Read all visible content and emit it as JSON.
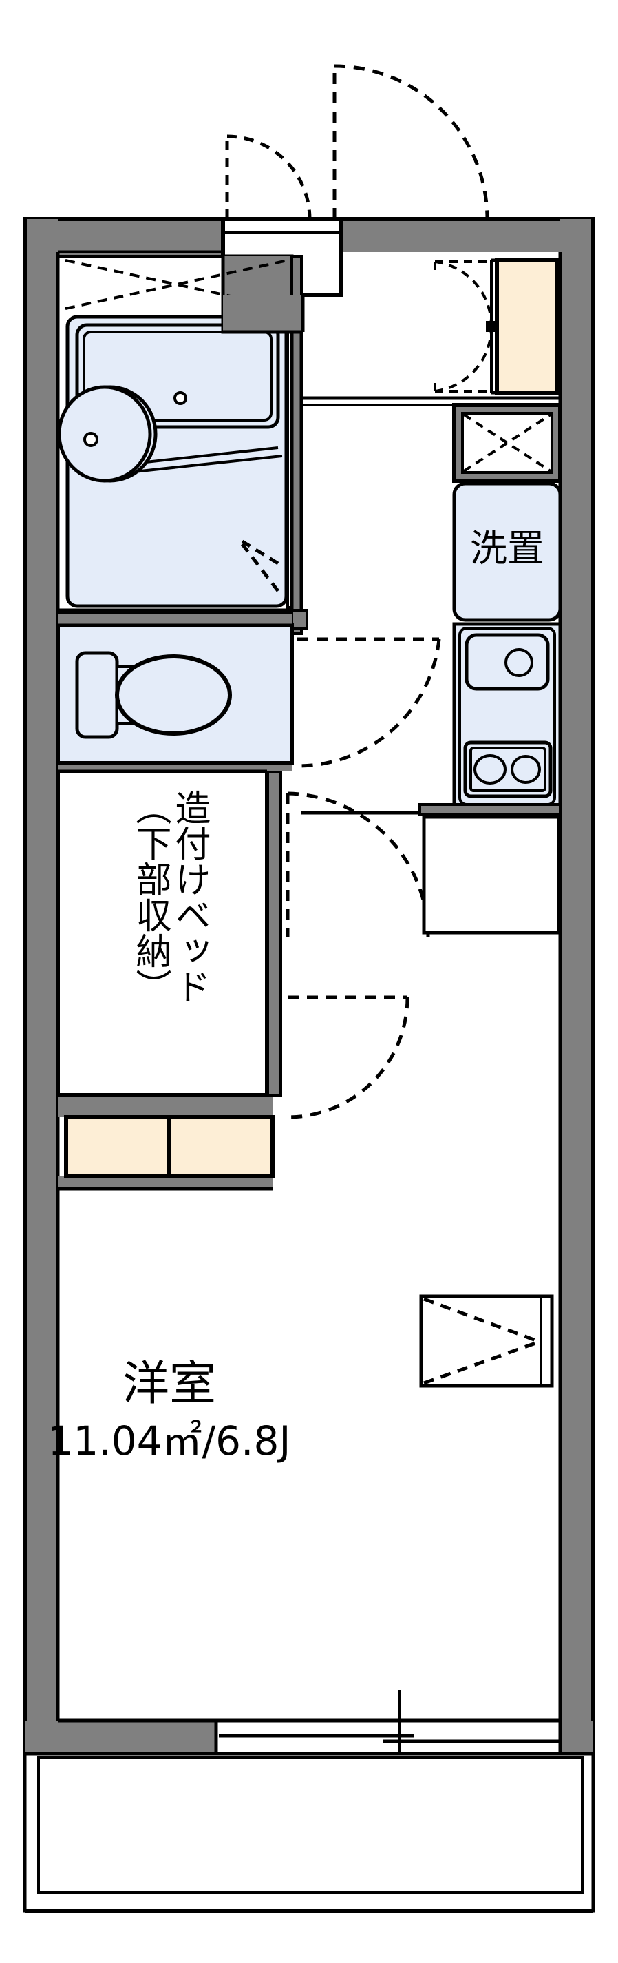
{
  "plan": {
    "type": "apartment-floor-plan",
    "title_room": "洋室",
    "area_text": "11.04㎡/6.8J",
    "layout_style": "1K",
    "unit": "metric-square-meters-and-tatami-jo"
  },
  "colors": {
    "wall_fill": "#808080",
    "wall_stroke": "#000000",
    "fixture_blue": "#e4ecf9",
    "cabinet_beige": "#fdeed6",
    "background": "#ffffff",
    "line": "#000000"
  },
  "rooms": [
    {
      "id": "main-room",
      "name_label": "洋室",
      "area_label": "11.04㎡/6.8J",
      "orientation": "vertical-none"
    },
    {
      "id": "unit-bath",
      "name_label": "",
      "fixtures": [
        "bathtub",
        "washbasin",
        "shower"
      ]
    },
    {
      "id": "toilet",
      "name_label": "",
      "fixtures": [
        "toilet-bowl",
        "cistern"
      ]
    },
    {
      "id": "built-in-bed",
      "name_label_line1": "造付けベッド",
      "name_label_line2": "（下部収納）"
    },
    {
      "id": "washer-space",
      "name_label": "洗置"
    },
    {
      "id": "kitchen",
      "name_label": "",
      "fixtures": [
        "sink",
        "two-burner-stove"
      ]
    },
    {
      "id": "entrance",
      "name_label": "",
      "fixtures": [
        "shoe-cabinet",
        "entrance-door"
      ]
    },
    {
      "id": "balcony",
      "name_label": ""
    }
  ],
  "fixtures": {
    "washer_label": "洗置",
    "bed_label_main": "造付けベッド",
    "bed_label_sub": "（下部収納）",
    "room_label": "洋室",
    "room_area": "11.04㎡/6.8J"
  },
  "elements": {
    "entrance_door": "entrance-door-swing",
    "bath_door": "bath-door-swing",
    "toilet_door": "toilet-door-swing",
    "room_door": "room-door-swing",
    "shoe_cabinet_door": "shoe-cabinet-double-swing",
    "closet_panels": 2,
    "balcony_rail": "balcony-railing",
    "sliding_window": "balcony-sliding-door",
    "aircon_mark": "air-conditioner-outlet",
    "ceiling_vent": "ceiling-panel-x-mark"
  }
}
